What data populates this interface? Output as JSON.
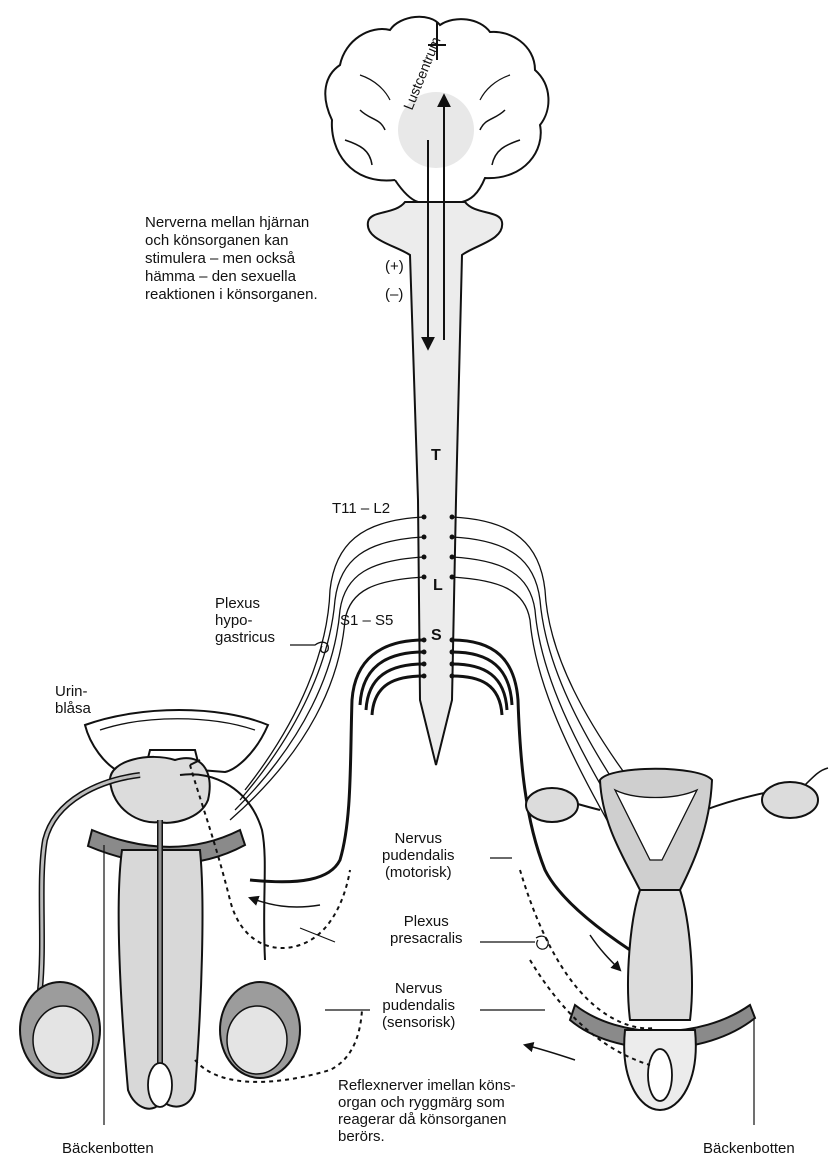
{
  "labels": {
    "lustcentrum": "Lustcentrum",
    "nerve_note": "Nerverna mellan hjärnan\noch könsorganen kan\nstimulera – men också\nhämma – den sexuella\nreaktionen i könsorganen.",
    "plus": "(+)",
    "minus": "(–)",
    "T": "T",
    "T11_L2": "T11 – L2",
    "L": "L",
    "plexus_hypogastricus": "Plexus\nhypo-\ngastricus",
    "S1_S5": "S1 – S5",
    "S": "S",
    "urinblasa": "Urin-\nblåsa",
    "pudendalis_motorisk": "Nervus\npudendalis\n(motorisk)",
    "plexus_presacralis": "Plexus\npresacralis",
    "pudendalis_sensorisk": "Nervus\npudendalis\n(sensorisk)",
    "reflex_note": "Reflexnerver imellan köns-\norgan och ryggmärg som\nreagerar då könsorganen\nberörs.",
    "backenbotten_left": "Bäckenbotten",
    "backenbotten_right": "Bäckenbotten"
  }
}
